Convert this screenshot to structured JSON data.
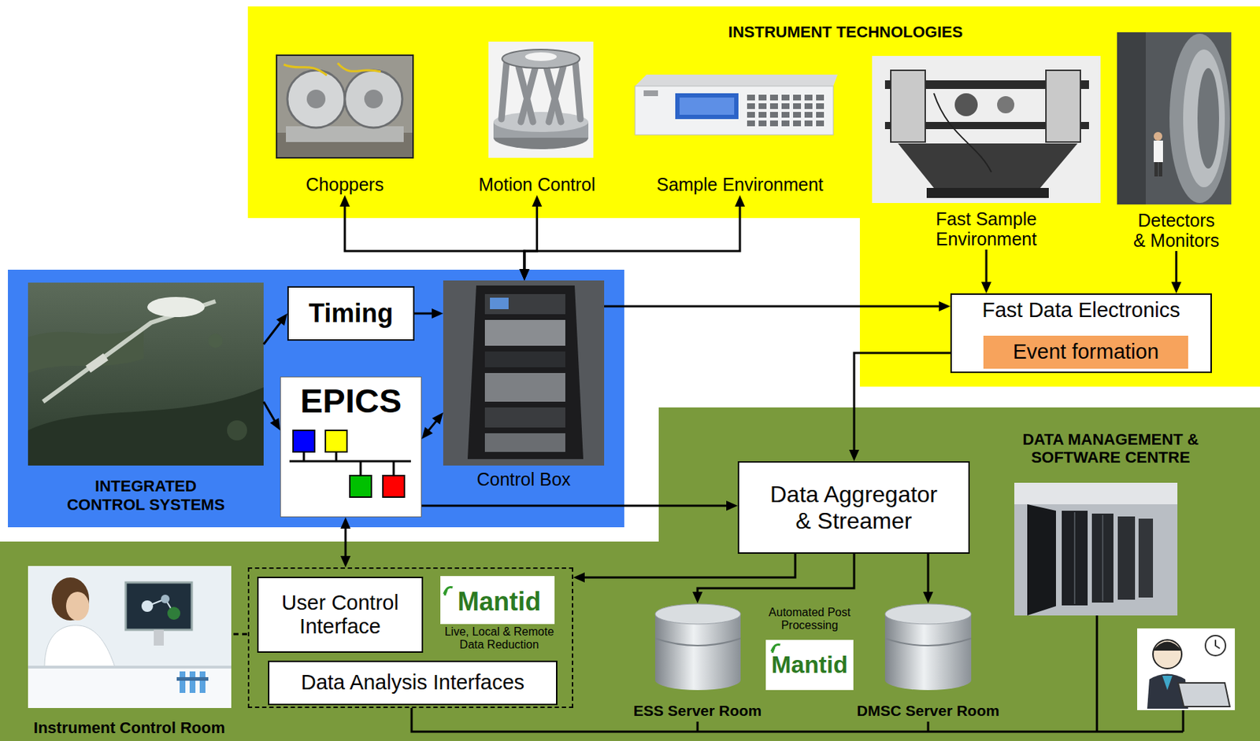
{
  "diagram": {
    "nodes": [
      {
        "text": [
          "INSTRUMENT TECHNOLOGIES"
        ]
      },
      {
        "text": [
          "Choppers"
        ],
        "in": 0
      },
      {
        "text": [
          "Motion Control"
        ],
        "in": 0
      },
      {
        "text": [
          "Sample Environment"
        ],
        "in": 0
      },
      {
        "text": [
          "Fast Sample Environment"
        ],
        "in": 0
      },
      {
        "text": [
          "Detectors & Monitors"
        ],
        "in": 0
      },
      {
        "text": [
          "Fast Data Electronics"
        ],
        "in": 0
      },
      {
        "text": [
          "Event formation"
        ],
        "in": 6
      },
      {
        "text": [
          "INTEGRATED CONTROL SYSTEMS"
        ]
      },
      {
        "text": [
          "Timing"
        ]
      },
      {
        "text": [
          "EPICS"
        ]
      },
      {
        "text": [
          "Control Box"
        ]
      },
      {
        "text": [
          "DATA MANAGEMENT & SOFTWARE CENTRE"
        ]
      },
      {
        "text": [
          "Data Aggregator & Streamer"
        ],
        "in": 12
      },
      {
        "text": [
          "Instrument Control Room"
        ],
        "in": 12
      },
      {
        "text": [],
        "in": 12
      },
      {
        "text": [
          "User Control Interface"
        ],
        "in": 15
      },
      {
        "text": [
          "Mantid",
          "Live, Local & Remote Data Reduction"
        ],
        "in": 15
      },
      {
        "text": [
          "Data Analysis Interfaces"
        ],
        "in": 15
      },
      {
        "text": [
          "ESS Server Room"
        ],
        "in": 12
      },
      {
        "text": [
          "Automated Post Processing",
          "Mantid"
        ],
        "in": 12
      },
      {
        "text": [
          "DMSC Server Room"
        ],
        "in": 12
      }
    ],
    "edges": [
      {
        "from": 1,
        "to": 11,
        "arrow": "both"
      },
      {
        "from": 2,
        "to": 11,
        "arrow": "both"
      },
      {
        "from": 3,
        "to": 11,
        "arrow": "both"
      },
      {
        "from": 8,
        "to": 9,
        "arrow": "to"
      },
      {
        "from": 8,
        "to": 10,
        "arrow": "to"
      },
      {
        "from": 9,
        "to": 11,
        "arrow": "to"
      },
      {
        "from": 10,
        "to": 11,
        "arrow": "both"
      },
      {
        "from": 11,
        "to": 6,
        "arrow": "to"
      },
      {
        "from": 4,
        "to": 6,
        "arrow": "to"
      },
      {
        "from": 5,
        "to": 6,
        "arrow": "to"
      },
      {
        "from": 6,
        "to": 13,
        "arrow": "to"
      },
      {
        "from": 10,
        "to": 13,
        "arrow": "to"
      },
      {
        "from": 10,
        "to": 15,
        "arrow": "both"
      },
      {
        "from": 13,
        "to": 15,
        "arrow": "to"
      },
      {
        "from": 13,
        "to": 19,
        "arrow": "to"
      },
      {
        "from": 13,
        "to": 21,
        "arrow": "to"
      },
      {
        "from": 14,
        "to": 15,
        "arrow": "none"
      }
    ]
  }
}
